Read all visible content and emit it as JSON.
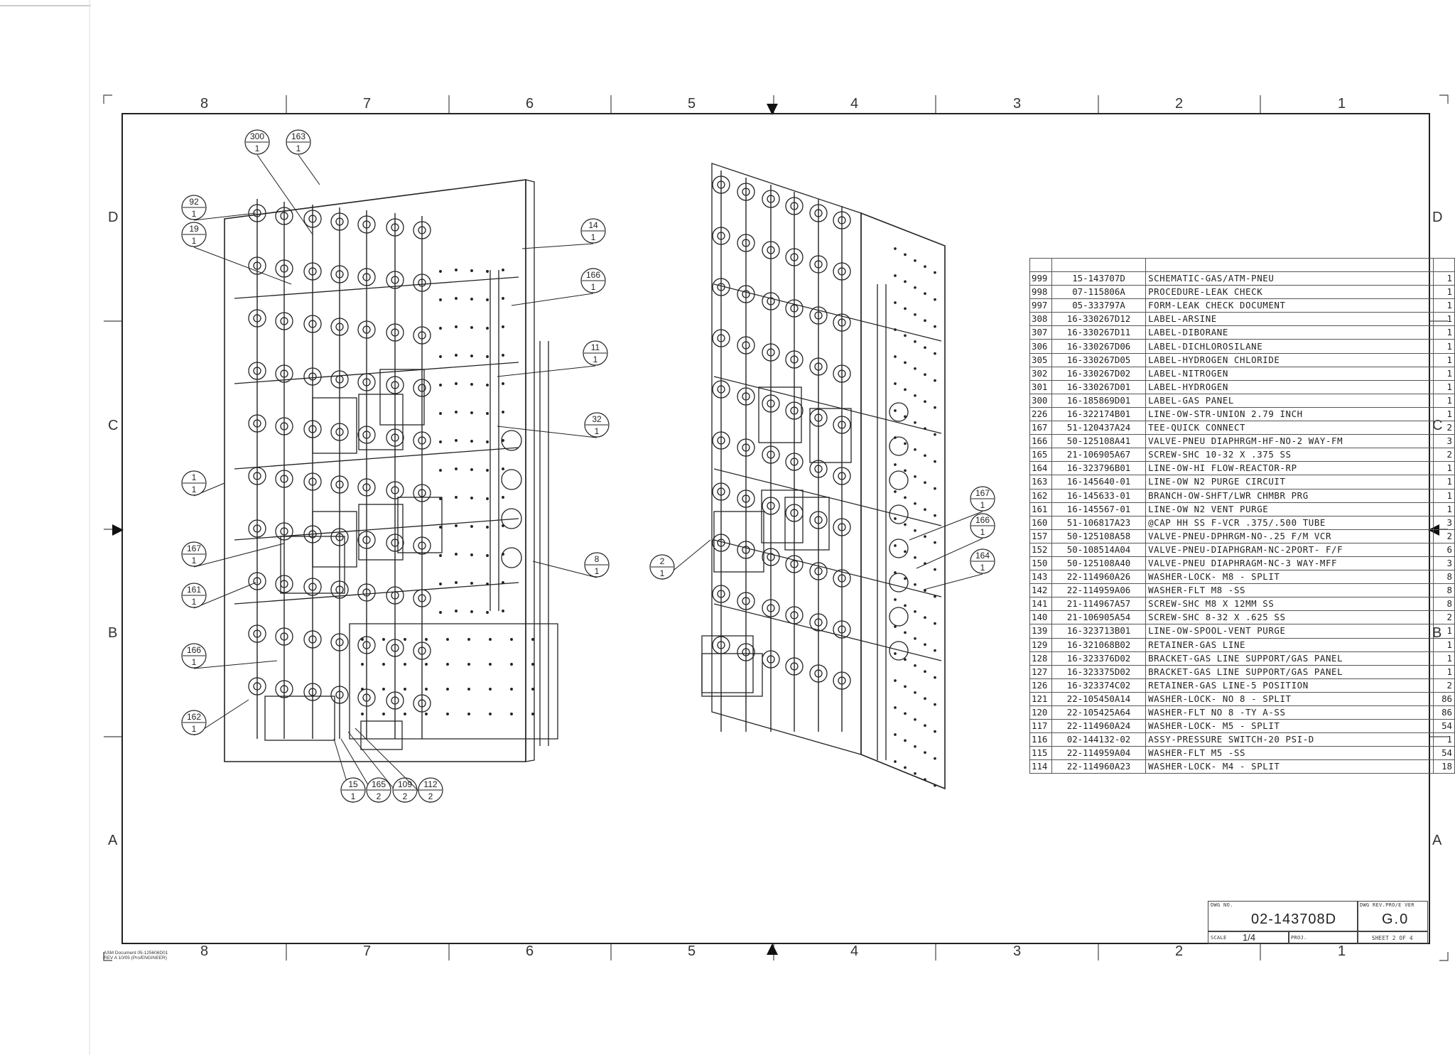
{
  "frame": {
    "top_zones": [
      "8",
      "7",
      "6",
      "5",
      "4",
      "3",
      "2",
      "1"
    ],
    "bottom_zones": [
      "8",
      "7",
      "6",
      "5",
      "4",
      "3",
      "2",
      "1"
    ],
    "side_zones": [
      "D",
      "C",
      "B",
      "A"
    ]
  },
  "bom": {
    "rows": [
      {
        "item": "999",
        "part": "15-143707D",
        "desc": "SCHEMATIC-GAS/ATM-PNEU",
        "qty": "1"
      },
      {
        "item": "998",
        "part": "07-115806A",
        "desc": "PROCEDURE-LEAK CHECK",
        "qty": "1"
      },
      {
        "item": "997",
        "part": "05-333797A",
        "desc": "FORM-LEAK CHECK DOCUMENT",
        "qty": "1"
      },
      {
        "item": "308",
        "part": "16-330267D12",
        "desc": "LABEL-ARSINE",
        "qty": "1"
      },
      {
        "item": "307",
        "part": "16-330267D11",
        "desc": "LABEL-DIBORANE",
        "qty": "1"
      },
      {
        "item": "306",
        "part": "16-330267D06",
        "desc": "LABEL-DICHLOROSILANE",
        "qty": "1"
      },
      {
        "item": "305",
        "part": "16-330267D05",
        "desc": "LABEL-HYDROGEN CHLORIDE",
        "qty": "1"
      },
      {
        "item": "302",
        "part": "16-330267D02",
        "desc": "LABEL-NITROGEN",
        "qty": "1"
      },
      {
        "item": "301",
        "part": "16-330267D01",
        "desc": "LABEL-HYDROGEN",
        "qty": "1"
      },
      {
        "item": "300",
        "part": "16-185869D01",
        "desc": "LABEL-GAS PANEL",
        "qty": "1"
      },
      {
        "item": "226",
        "part": "16-322174B01",
        "desc": "LINE-OW-STR-UNION 2.79 INCH",
        "qty": "1"
      },
      {
        "item": "167",
        "part": "51-120437A24",
        "desc": "TEE-QUICK CONNECT",
        "qty": "2"
      },
      {
        "item": "166",
        "part": "50-125108A41",
        "desc": "VALVE-PNEU DIAPHRGM-HF-NO-2 WAY-FM",
        "qty": "3"
      },
      {
        "item": "165",
        "part": "21-106905A67",
        "desc": "SCREW-SHC 10-32 X .375 SS",
        "qty": "2"
      },
      {
        "item": "164",
        "part": "16-323796B01",
        "desc": "LINE-OW-HI FLOW-REACTOR-RP",
        "qty": "1"
      },
      {
        "item": "163",
        "part": "16-145640-01",
        "desc": "LINE-OW N2 PURGE CIRCUIT",
        "qty": "1"
      },
      {
        "item": "162",
        "part": "16-145633-01",
        "desc": "BRANCH-OW-SHFT/LWR CHMBR PRG",
        "qty": "1"
      },
      {
        "item": "161",
        "part": "16-145567-01",
        "desc": "LINE-OW N2 VENT PURGE",
        "qty": "1"
      },
      {
        "item": "160",
        "part": "51-106817A23",
        "desc": "@CAP HH SS F-VCR .375/.500 TUBE",
        "qty": "3"
      },
      {
        "item": "157",
        "part": "50-125108A58",
        "desc": "VALVE-PNEU-DPHRGM-NO-.25 F/M VCR",
        "qty": "2"
      },
      {
        "item": "152",
        "part": "50-108514A04",
        "desc": "VALVE-PNEU-DIAPHGRAM-NC-2PORT- F/F",
        "qty": "6"
      },
      {
        "item": "150",
        "part": "50-125108A40",
        "desc": "VALVE-PNEU DIAPHRAGM-NC-3 WAY-MFF",
        "qty": "3"
      },
      {
        "item": "143",
        "part": "22-114960A26",
        "desc": "WASHER-LOCK- M8 - SPLIT",
        "qty": "8"
      },
      {
        "item": "142",
        "part": "22-114959A06",
        "desc": "WASHER-FLT M8 -SS",
        "qty": "8"
      },
      {
        "item": "141",
        "part": "21-114967A57",
        "desc": "SCREW-SHC M8 X 12MM SS",
        "qty": "8"
      },
      {
        "item": "140",
        "part": "21-106905A54",
        "desc": "SCREW-SHC 8-32 X .625 SS",
        "qty": "2"
      },
      {
        "item": "139",
        "part": "16-323713B01",
        "desc": "LINE-OW-SPOOL-VENT PURGE",
        "qty": "1"
      },
      {
        "item": "129",
        "part": "16-321068B02",
        "desc": "RETAINER-GAS LINE",
        "qty": "1"
      },
      {
        "item": "128",
        "part": "16-323376D02",
        "desc": "BRACKET-GAS LINE SUPPORT/GAS PANEL",
        "qty": "1"
      },
      {
        "item": "127",
        "part": "16-323375D02",
        "desc": "BRACKET-GAS LINE SUPPORT/GAS PANEL",
        "qty": "1"
      },
      {
        "item": "126",
        "part": "16-323374C02",
        "desc": "RETAINER-GAS LINE-5 POSITION",
        "qty": "2"
      },
      {
        "item": "121",
        "part": "22-105450A14",
        "desc": "WASHER-LOCK- NO 8 - SPLIT",
        "qty": "86"
      },
      {
        "item": "120",
        "part": "22-105425A64",
        "desc": "WASHER-FLT NO 8 -TY A-SS",
        "qty": "86"
      },
      {
        "item": "117",
        "part": "22-114960A24",
        "desc": "WASHER-LOCK- M5 - SPLIT",
        "qty": "54"
      },
      {
        "item": "116",
        "part": "02-144132-02",
        "desc": "ASSY-PRESSURE SWITCH-20 PSI-D",
        "qty": "1"
      },
      {
        "item": "115",
        "part": "22-114959A04",
        "desc": "WASHER-FLT M5 -SS",
        "qty": "54"
      },
      {
        "item": "114",
        "part": "22-114960A23",
        "desc": "WASHER-LOCK- M4 - SPLIT",
        "qty": "18"
      }
    ]
  },
  "title_block": {
    "dwg_no_label": "DWG NO.",
    "dwg_no": "02-143708D",
    "rev_label": "DWG REV.PRO/E VER",
    "rev": "G.0",
    "scale_label": "SCALE",
    "scale": "1/4",
    "proj_label": "PROJ.",
    "sheet": "SHEET 2 OF 4"
  },
  "footnote": {
    "line1": "ASM Document 05-125606D01",
    "line2": "REV A 10/05 (Pro/ENGINEER)"
  },
  "callouts": [
    {
      "num": "300",
      "sub": "1"
    },
    {
      "num": "163",
      "sub": "1"
    },
    {
      "num": "92",
      "sub": "1"
    },
    {
      "num": "19",
      "sub": "1"
    },
    {
      "num": "14",
      "sub": "1"
    },
    {
      "num": "166",
      "sub": "1"
    },
    {
      "num": "11",
      "sub": "1"
    },
    {
      "num": "32",
      "sub": "1"
    },
    {
      "num": "1",
      "sub": "1"
    },
    {
      "num": "167",
      "sub": "1"
    },
    {
      "num": "8",
      "sub": "1"
    },
    {
      "num": "161",
      "sub": "1"
    },
    {
      "num": "166",
      "sub": "1"
    },
    {
      "num": "162",
      "sub": "1"
    },
    {
      "num": "15",
      "sub": "1"
    },
    {
      "num": "165",
      "sub": "2"
    },
    {
      "num": "109",
      "sub": "2"
    },
    {
      "num": "112",
      "sub": "2"
    },
    {
      "num": "2",
      "sub": "1"
    },
    {
      "num": "167",
      "sub": "1"
    },
    {
      "num": "166",
      "sub": "1"
    },
    {
      "num": "164",
      "sub": "1"
    }
  ]
}
